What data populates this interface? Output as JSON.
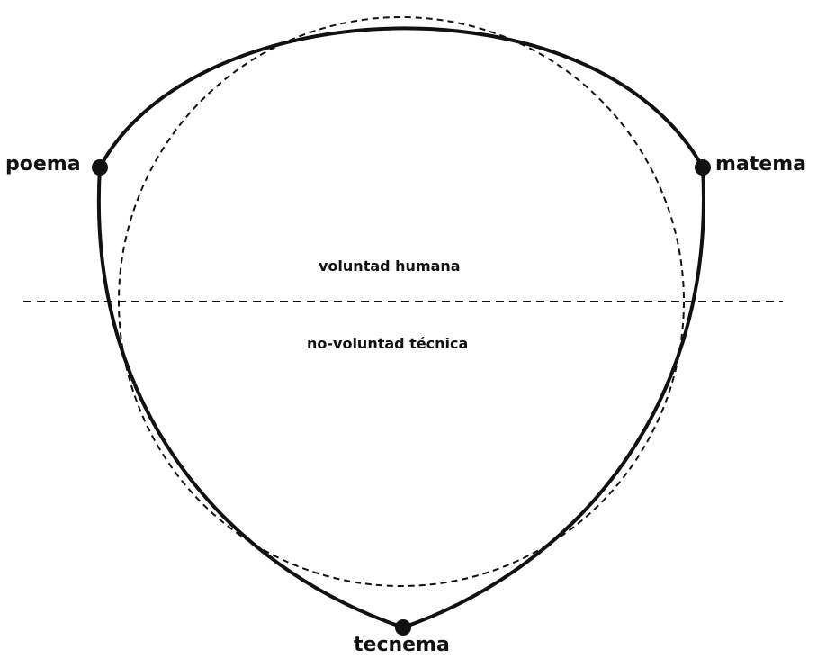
{
  "nodes": {
    "poema": "poema",
    "matema": "matema",
    "tecnema": "tecnema"
  },
  "zones": {
    "upper": "voluntad humana",
    "lower": "no-voluntad técnica"
  },
  "colors": {
    "ink": "#111111",
    "background": "#ffffff"
  }
}
